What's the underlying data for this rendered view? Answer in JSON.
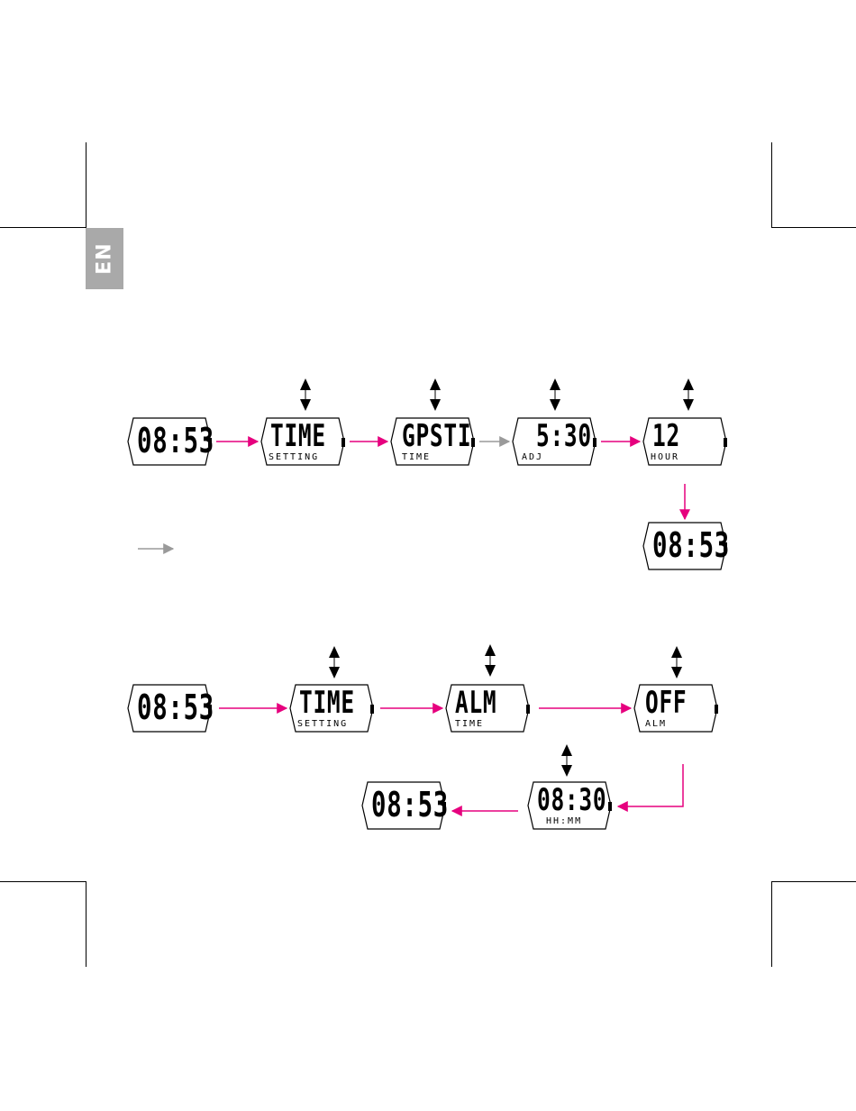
{
  "language_tab": "EN",
  "colors": {
    "flow": "#e6007e",
    "alt": "#9a9a9a",
    "ink": "#000000"
  },
  "flow1": {
    "displays": [
      {
        "main": "08:53",
        "sub": ""
      },
      {
        "main": "TIME",
        "sub": "SETTING"
      },
      {
        "main": "GPSTI",
        "sub": "TIME"
      },
      {
        "main": "5:30",
        "sub": "ADJ"
      },
      {
        "main": "12",
        "sub": "HOUR"
      },
      {
        "main": "08:53",
        "sub": ""
      }
    ]
  },
  "flow2": {
    "displays": [
      {
        "main": "08:53",
        "sub": ""
      },
      {
        "main": "TIME",
        "sub": "SETTING"
      },
      {
        "main": "ALM",
        "sub": "TIME"
      },
      {
        "main": "OFF",
        "sub": "ALM"
      },
      {
        "main": "08:30",
        "sub": "HH:MM"
      },
      {
        "main": "08:53",
        "sub": ""
      }
    ]
  }
}
